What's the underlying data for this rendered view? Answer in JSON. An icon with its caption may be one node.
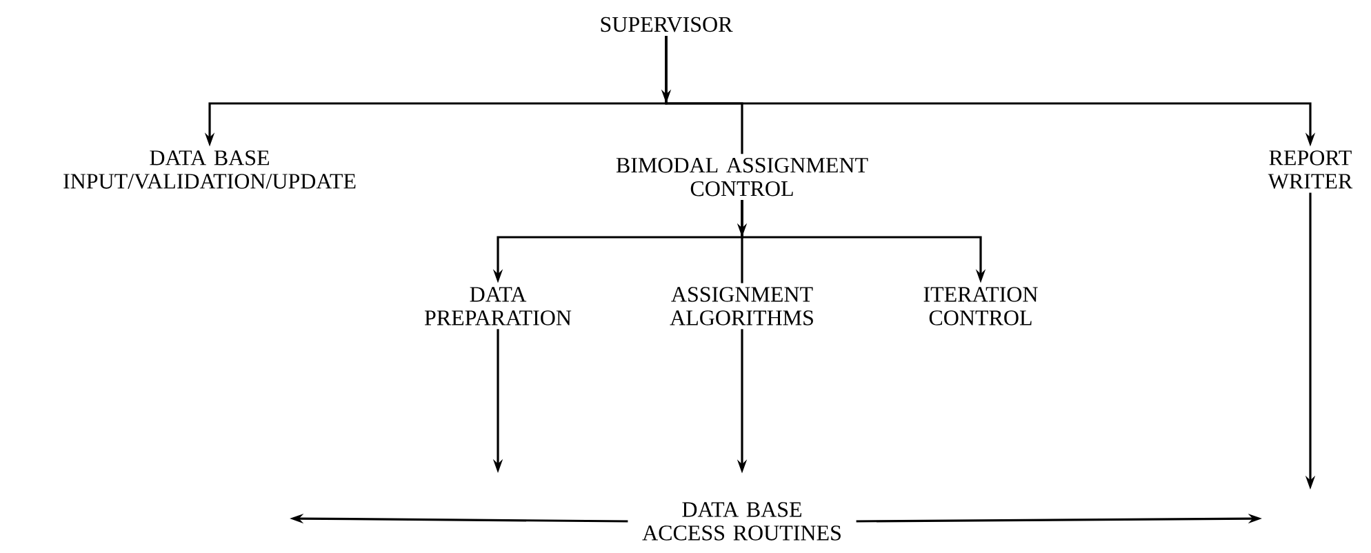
{
  "diagram": {
    "nodes": [
      {
        "text": [
          "SUPERVISOR"
        ]
      },
      {
        "text": [
          "DATA BASE INPUT/VALIDATION/UPDATE"
        ]
      },
      {
        "text": [
          "BIMODAL ASSIGNMENT CONTROL"
        ]
      },
      {
        "text": [
          "REPORT WRITER"
        ]
      },
      {
        "text": [
          "DATA PREPARATION"
        ]
      },
      {
        "text": [
          "ASSIGNMENT ALGORITHMS"
        ]
      },
      {
        "text": [
          "ITERATION CONTROL"
        ]
      },
      {
        "text": [
          "DATA BASE ACCESS ROUTINES"
        ]
      }
    ],
    "edges": [
      {
        "from": 0,
        "to": 1,
        "arrow": "to"
      },
      {
        "from": 0,
        "to": 2,
        "arrow": "to"
      },
      {
        "from": 0,
        "to": 3,
        "arrow": "to"
      },
      {
        "from": 2,
        "to": 4,
        "arrow": "to"
      },
      {
        "from": 2,
        "to": 5,
        "arrow": "to"
      },
      {
        "from": 2,
        "to": 6,
        "arrow": "to"
      },
      {
        "from": 4,
        "to": null,
        "arrow": "to"
      },
      {
        "from": 5,
        "to": 7,
        "arrow": "to"
      },
      {
        "from": 3,
        "to": null,
        "arrow": "to"
      },
      {
        "from": 7,
        "to": null,
        "arrow": "to"
      },
      {
        "from": 7,
        "to": null,
        "arrow": "to"
      }
    ]
  }
}
